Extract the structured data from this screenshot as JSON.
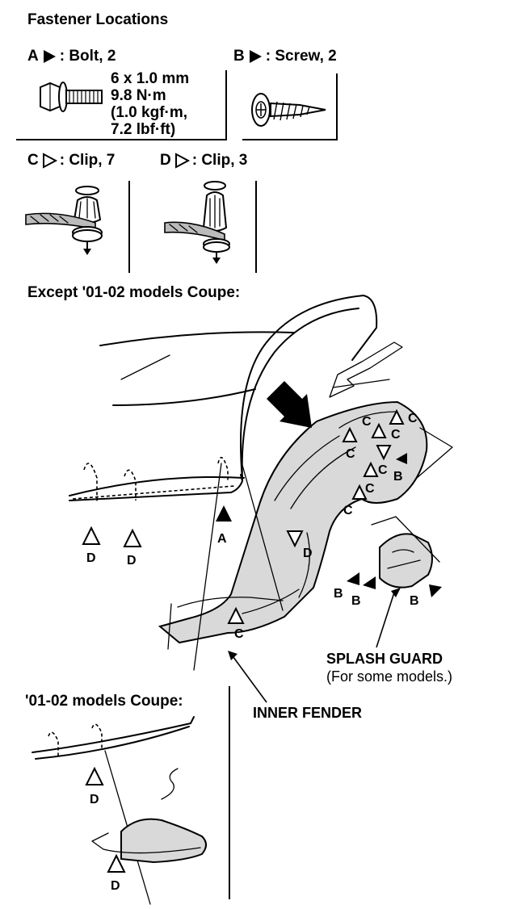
{
  "header": {
    "title": "Fastener Locations"
  },
  "fasteners": {
    "a": {
      "letter": "A",
      "desc": ": Bolt, 2",
      "spec": [
        "6 x 1.0 mm",
        "9.8 N·m",
        "(1.0 kgf·m,",
        "7.2 lbf·ft)"
      ]
    },
    "b": {
      "letter": "B",
      "desc": ": Screw, 2"
    },
    "c": {
      "letter": "C",
      "desc": ": Clip, 7"
    },
    "d": {
      "letter": "D",
      "desc": ": Clip, 3"
    }
  },
  "main_diagram": {
    "title": "Except '01-02 models Coupe:",
    "splash_guard_label": "SPLASH GUARD",
    "splash_guard_note": "(For some models.)",
    "inner_fender_label": "INNER FENDER",
    "callouts": {
      "a": "A",
      "b": "B",
      "c": "C",
      "d": "D"
    }
  },
  "inset_diagram": {
    "title": "'01-02 models Coupe:",
    "callouts": {
      "d": "D"
    }
  },
  "icons": [
    "filled-triangle-icon",
    "outline-triangle-icon",
    "bolt-icon",
    "screw-icon",
    "clip-icon",
    "arrow-icon"
  ]
}
